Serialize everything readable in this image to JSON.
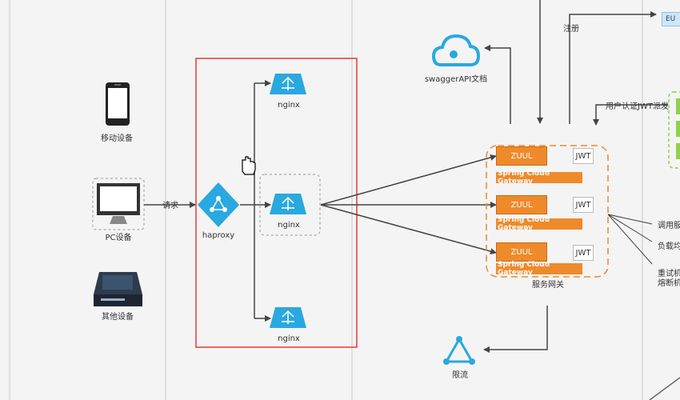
{
  "devices": {
    "mobile": "移动设备",
    "pc": "PC设备",
    "other": "其他设备"
  },
  "request_label": "请求",
  "haproxy_label": "haproxy",
  "nginx_labels": [
    "nginx",
    "nginx",
    "nginx"
  ],
  "swagger_label": "swaggerAPI文档",
  "register_label": "注册",
  "auth_label": "用户认证JWT派发",
  "gateway": {
    "zuul_label": "ZUUL",
    "jwt_label": "JWT",
    "scg_label": "Spring Cloud Gateway",
    "group_label": "服务网关"
  },
  "right_labels": [
    "调用服",
    "负载均",
    "重试机",
    "熔断机"
  ],
  "rate_limit_label": "限流",
  "eu_label": "EU",
  "colors": {
    "accent_blue": "#2aa8e0",
    "gateway_orange": "#ef8a2b",
    "highlight_red": "#e53935",
    "line": "#444444"
  }
}
